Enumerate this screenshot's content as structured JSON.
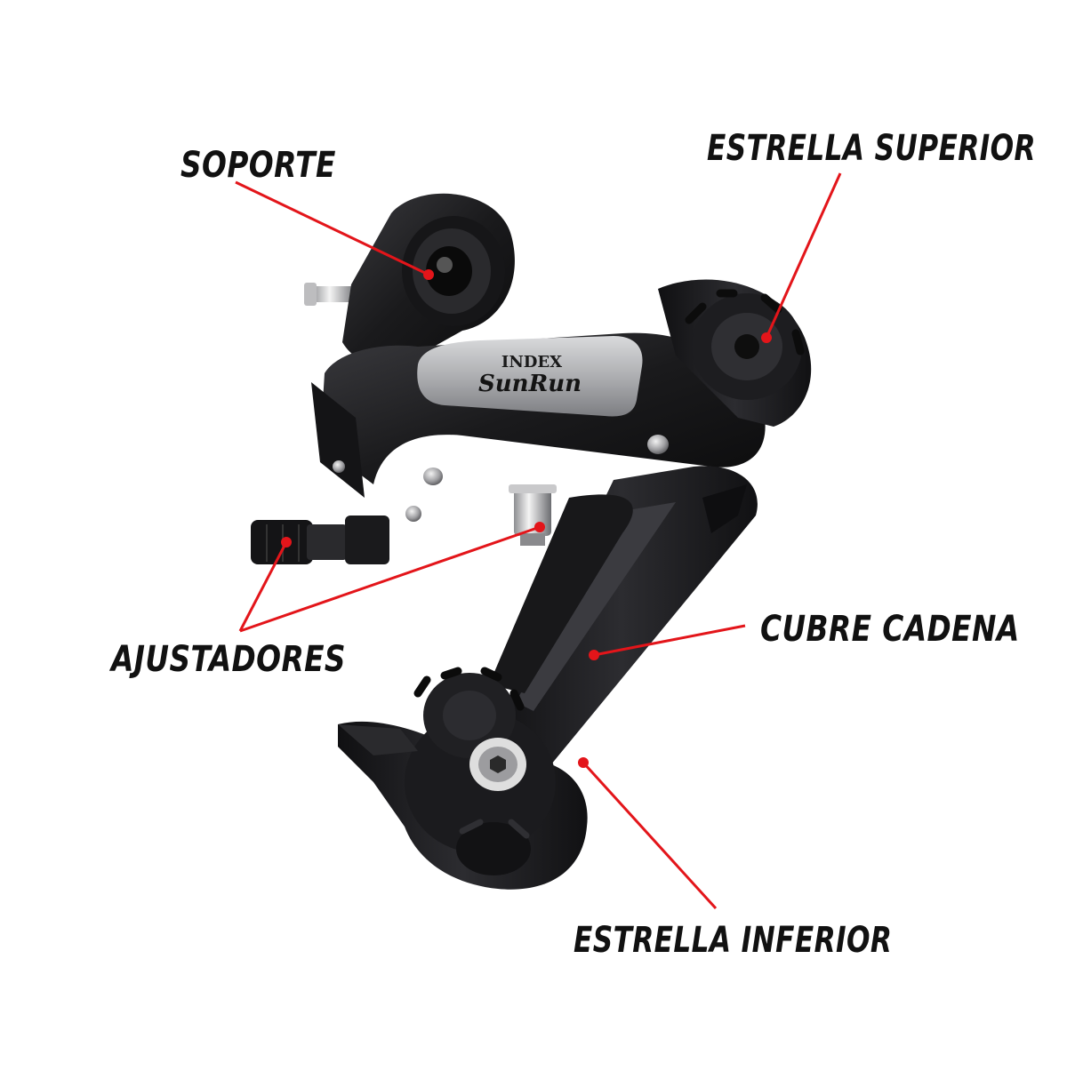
{
  "labels": {
    "soporte": "SOPORTE",
    "estrella_superior": "ESTRELLA SUPERIOR",
    "ajustadores": "AJUSTADORES",
    "cubre_cadena": "CUBRE CADENA",
    "estrella_inferior": "ESTRELLA INFERIOR"
  },
  "product": {
    "plate_top": "INDEX",
    "plate_brand": "SunRun"
  },
  "colors": {
    "leader_line": "#e3151a",
    "body_dark": "#1b1b1d",
    "plate_silver": "#b9babd",
    "label_text": "#111111"
  }
}
